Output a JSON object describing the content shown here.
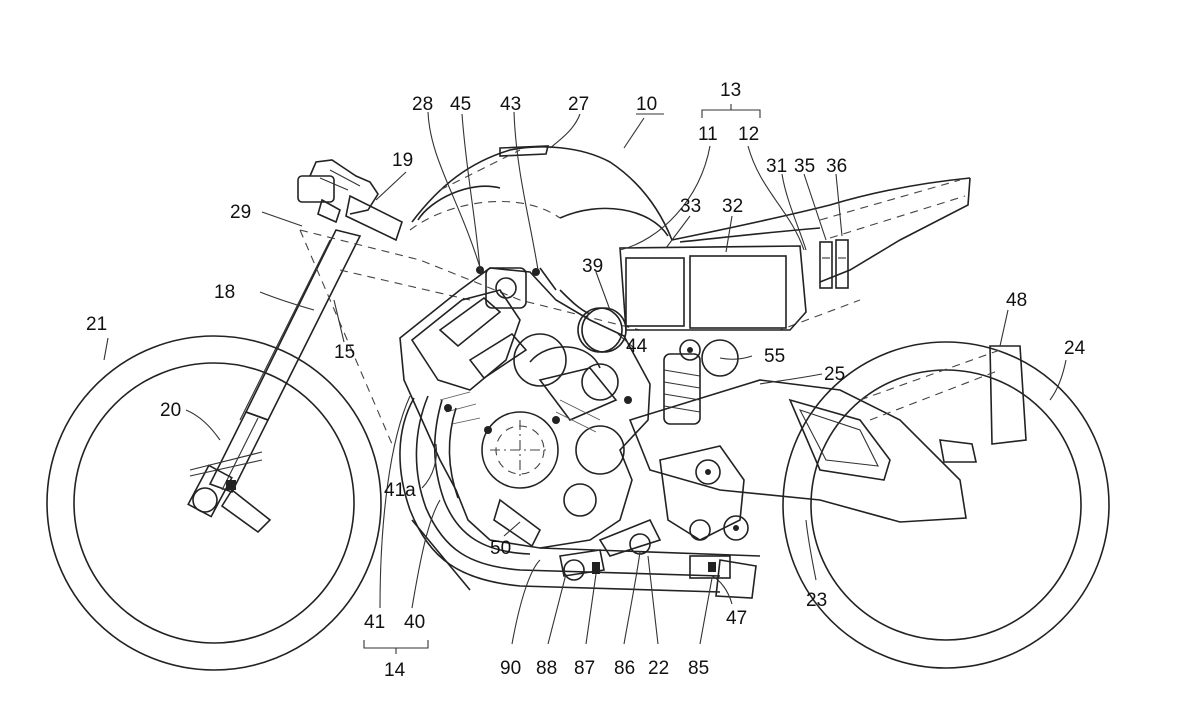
{
  "figure": {
    "labels": {
      "l10": "10",
      "l11": "11",
      "l12": "12",
      "l13": "13",
      "l14": "14",
      "l15": "15",
      "l18": "18",
      "l19": "19",
      "l20": "20",
      "l21": "21",
      "l22": "22",
      "l23": "23",
      "l24": "24",
      "l25": "25",
      "l27": "27",
      "l28": "28",
      "l29": "29",
      "l31": "31",
      "l32": "32",
      "l33": "33",
      "l35": "35",
      "l36": "36",
      "l39": "39",
      "l40": "40",
      "l41": "41",
      "l41a": "41a",
      "l43": "43",
      "l44": "44",
      "l45": "45",
      "l47": "47",
      "l48": "48",
      "l50": "50",
      "l55": "55",
      "l85": "85",
      "l86": "86",
      "l87": "87",
      "l88": "88",
      "l90": "90"
    }
  }
}
